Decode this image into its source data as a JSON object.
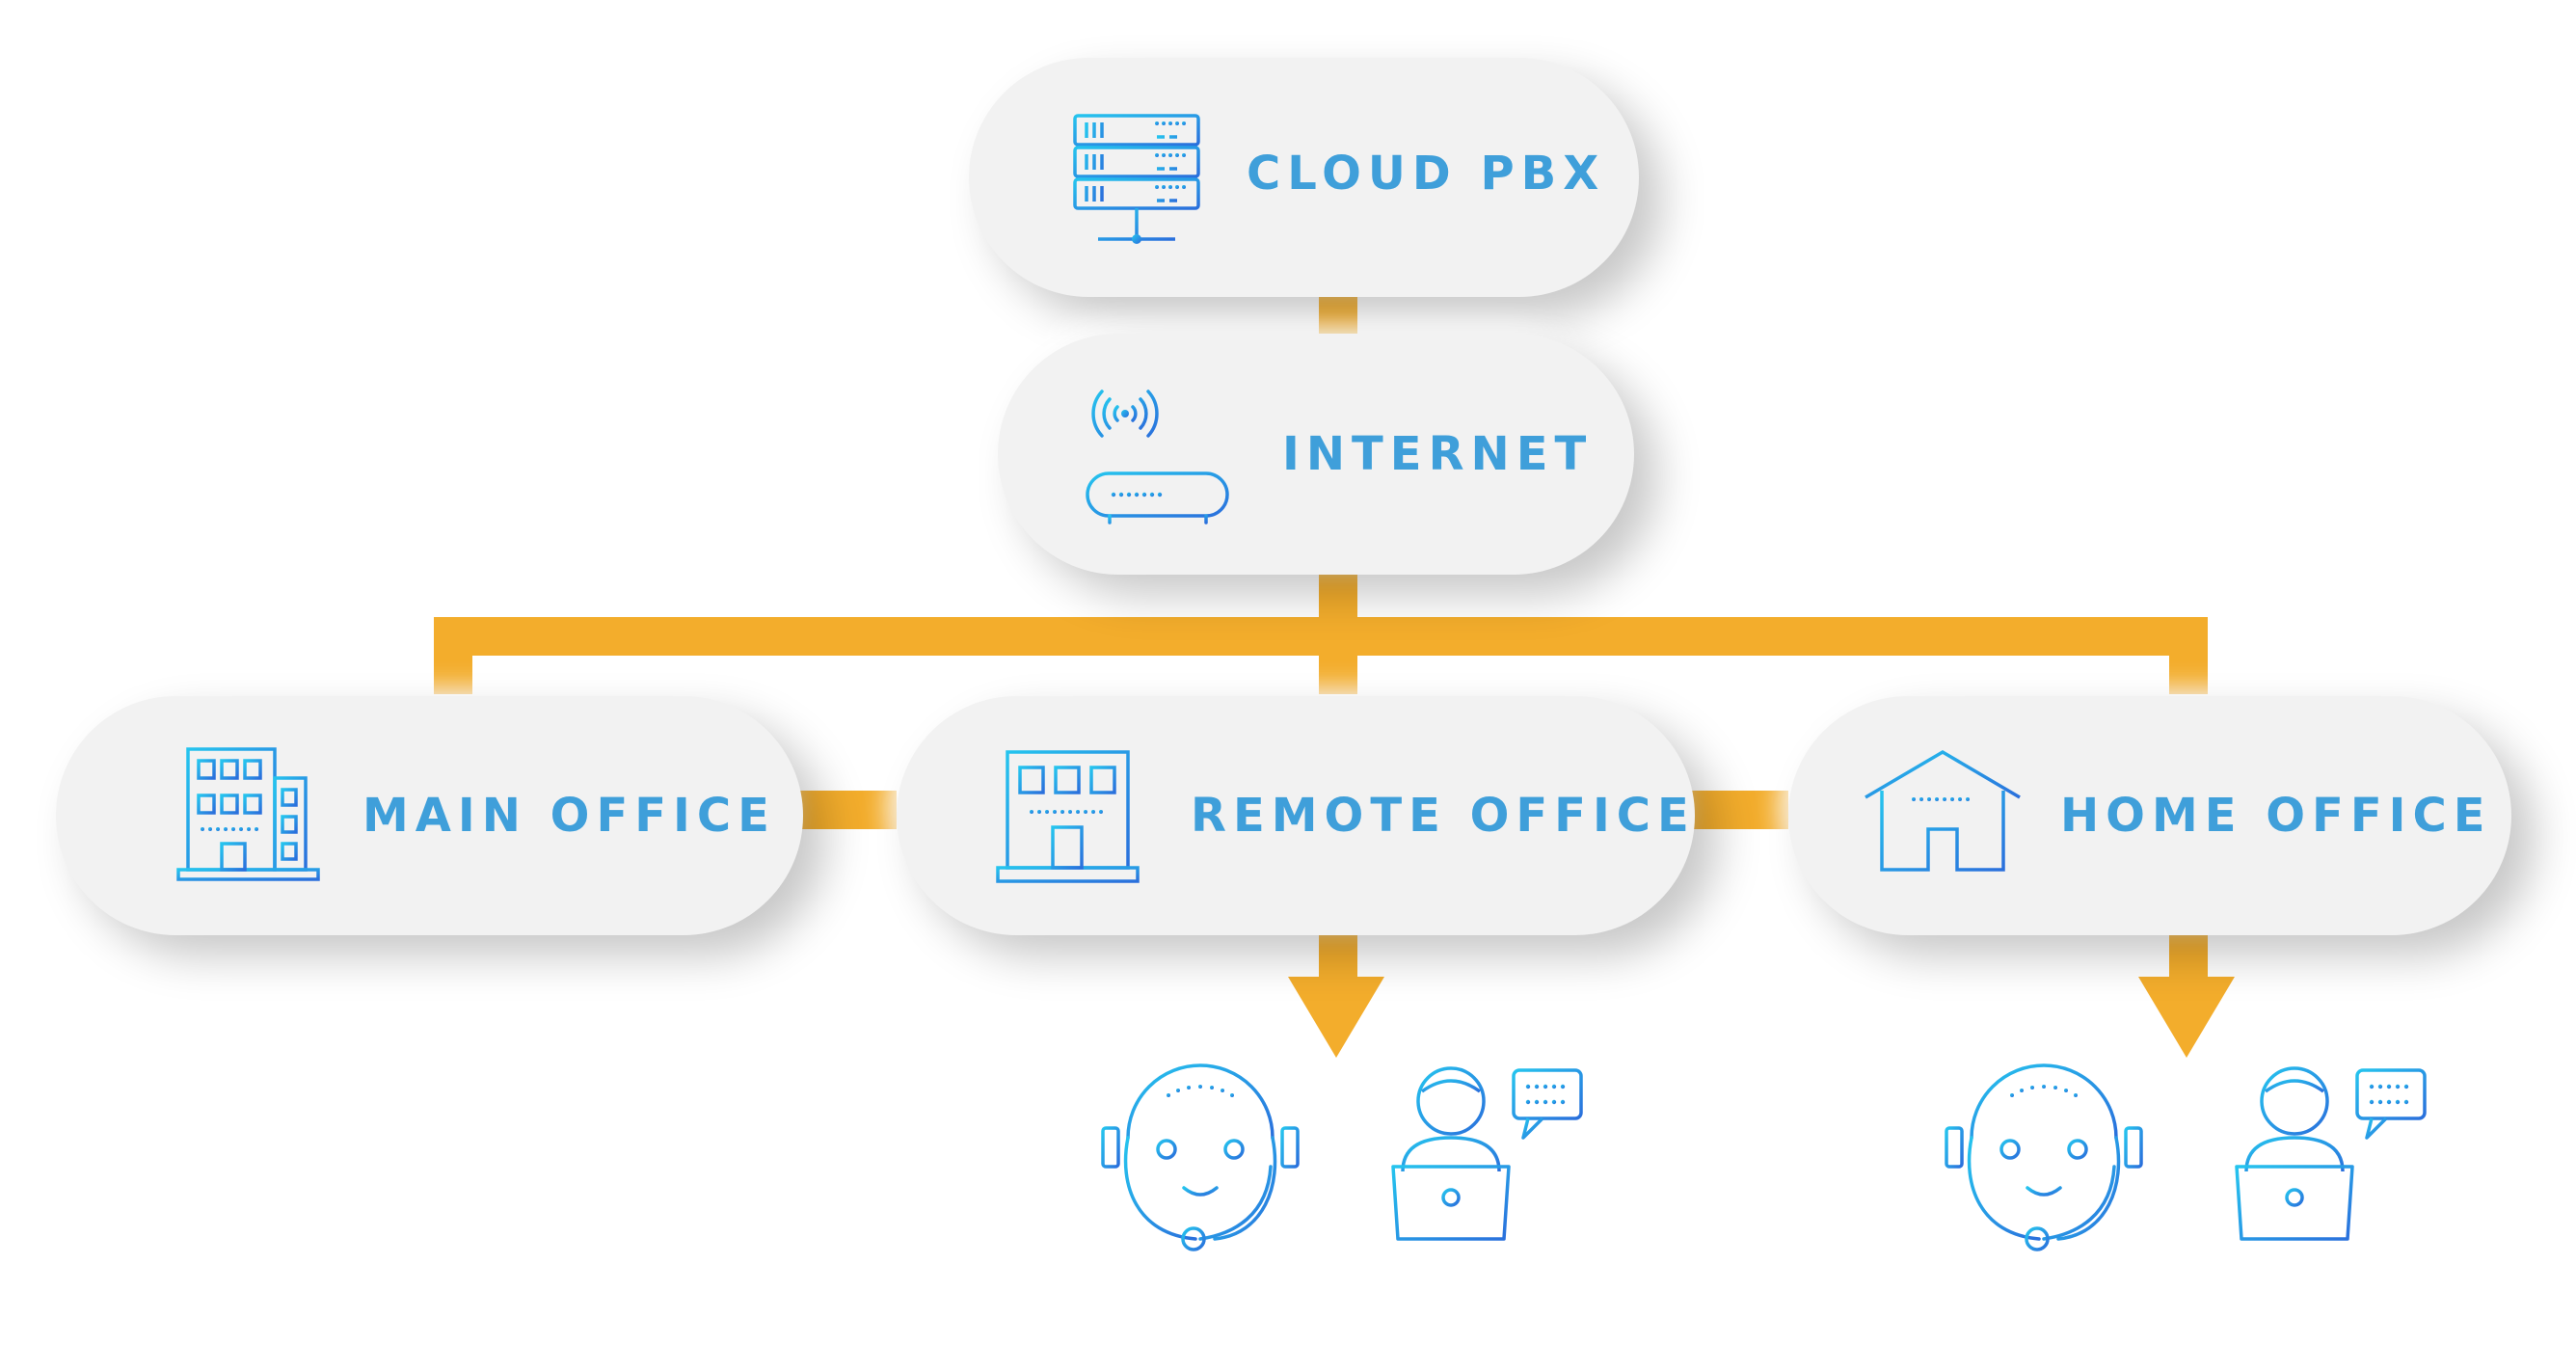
{
  "colors": {
    "connector": "#f3ad2c",
    "label": "#3f9fda",
    "icon_gradient_start": "#25c4ee",
    "icon_gradient_end": "#2a6fdc",
    "pill_background": "#f2f2f2"
  },
  "nodes": {
    "cloud_pbx": {
      "label": "CLOUD PBX",
      "icon": "server-rack-icon"
    },
    "internet": {
      "label": "INTERNET",
      "icon": "wifi-router-icon"
    },
    "main_office": {
      "label": "MAIN OFFICE",
      "icon": "office-buildings-icon"
    },
    "remote_office": {
      "label": "REMOTE OFFICE",
      "icon": "storefront-building-icon"
    },
    "home_office": {
      "label": "HOME OFFICE",
      "icon": "house-icon"
    }
  },
  "endpoint_groups": [
    {
      "under": "remote_office",
      "icons": [
        "support-agent-headset-icon",
        "laptop-user-chat-icon"
      ]
    },
    {
      "under": "home_office",
      "icons": [
        "support-agent-headset-icon",
        "laptop-user-chat-icon"
      ]
    }
  ]
}
